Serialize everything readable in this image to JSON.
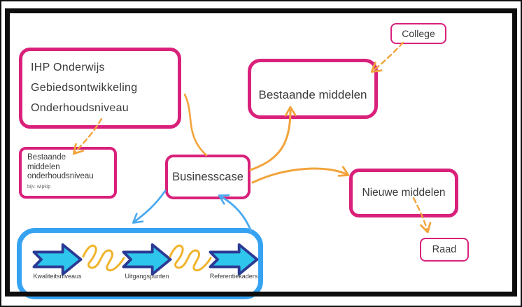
{
  "boxes": {
    "ihp": {
      "lines": [
        "IHP Onderwijs",
        "Gebiedsontwikkeling",
        "Onderhoudsniveau"
      ]
    },
    "bestaande_klein": {
      "lines": [
        "Bestaande",
        "middelen",
        "onderhoudsniveau"
      ],
      "note": "bijv. wipkip"
    },
    "businesscase": {
      "label": "Businesscase"
    },
    "college": {
      "label": "College"
    },
    "bestaande_middelen": {
      "label": "Bestaande middelen"
    },
    "nieuwe_middelen": {
      "label": "Nieuwe middelen"
    },
    "raad": {
      "label": "Raad"
    }
  },
  "process": {
    "steps": [
      {
        "label": "Kwaliteitsniveaus",
        "icon": "right-block-arrow-icon"
      },
      {
        "label": "Uitgangspunten",
        "icon": "right-block-arrow-icon"
      },
      {
        "label": "Referentiekaders",
        "icon": "right-block-arrow-icon"
      }
    ]
  },
  "connections": [
    {
      "from": "ihp",
      "to": "bestaande_klein",
      "style": "dashed-orange-arrow"
    },
    {
      "from": "ihp",
      "to": "businesscase",
      "style": "solid-orange-line"
    },
    {
      "from": "businesscase",
      "to": "bestaande_middelen",
      "style": "solid-orange-arrow"
    },
    {
      "from": "businesscase",
      "to": "nieuwe_middelen",
      "style": "solid-orange-arrow"
    },
    {
      "from": "businesscase",
      "to": "kaders-container",
      "style": "solid-blue-arrow"
    },
    {
      "from": "kaders-container",
      "to": "businesscase",
      "style": "solid-blue-arrow"
    },
    {
      "from": "college",
      "to": "bestaande_middelen",
      "style": "dashed-orange-arrow"
    },
    {
      "from": "nieuwe_middelen",
      "to": "raad",
      "style": "dashed-orange-arrow"
    }
  ],
  "colors": {
    "pink": "#d9217b",
    "orange": "#f2a43c",
    "squiggle_yellow": "#f0b42c",
    "blue_arrow": "#4aa9ef",
    "container_blue": "#36a3f2",
    "step_arrow_fill": "#2ec6ec",
    "step_arrow_outline": "#2b3a94",
    "text": "#3a3a3a",
    "frame_black": "#0d0d0d"
  }
}
